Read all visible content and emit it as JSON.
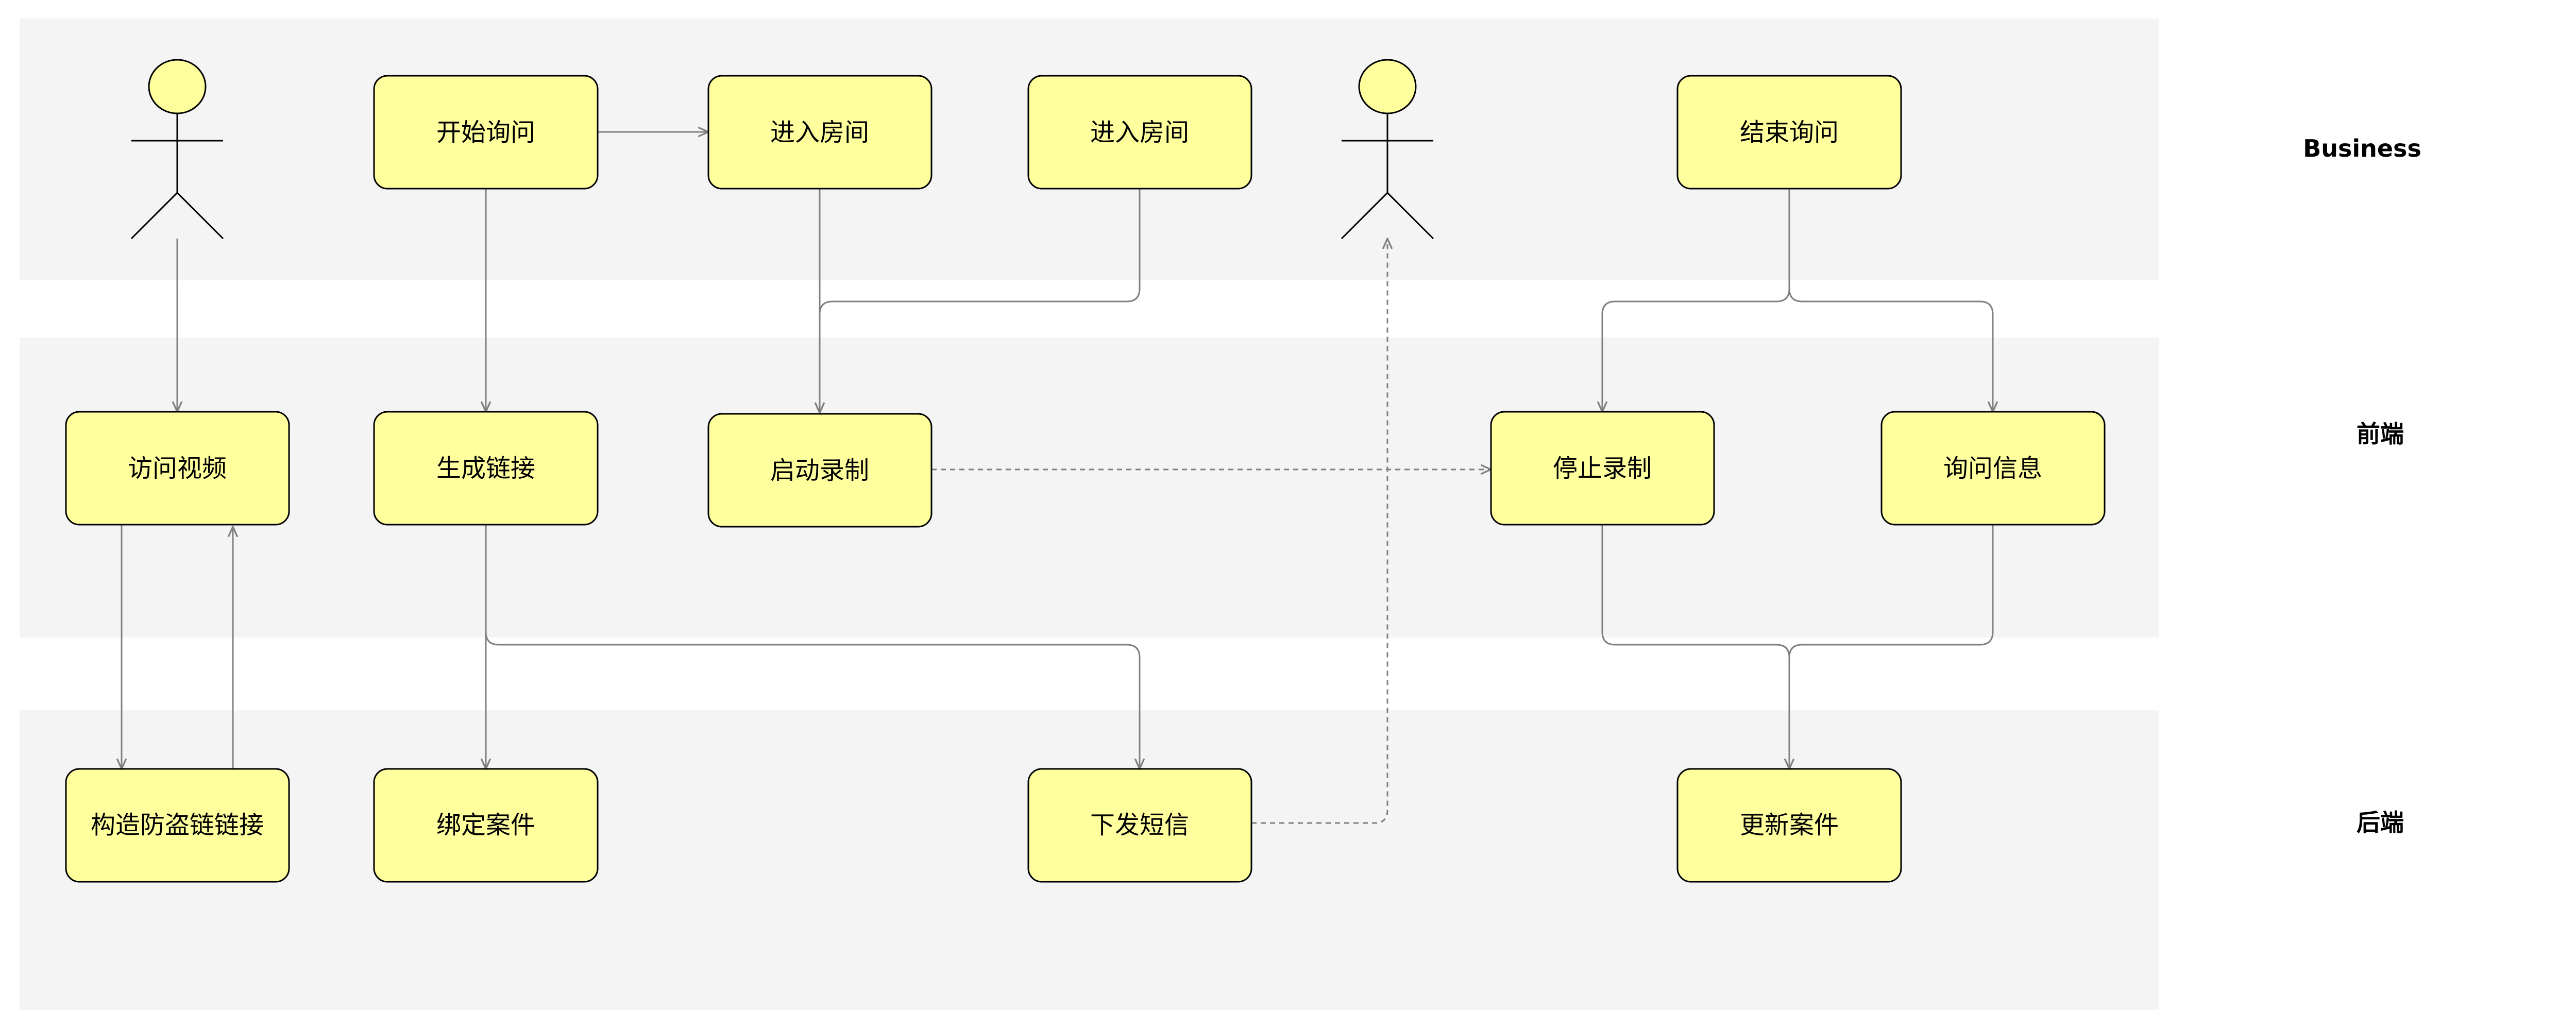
{
  "colors": {
    "lane_fill": "#f4f4f4",
    "node_fill": "#ffff9e",
    "node_stroke": "#000000",
    "edge_stroke": "#808080",
    "actor_fill": "#ffff9e"
  },
  "lanes": [
    {
      "id": "business",
      "label": "Business"
    },
    {
      "id": "frontend",
      "label": "前端"
    },
    {
      "id": "backend",
      "label": "后端"
    }
  ],
  "actors": [
    {
      "id": "actor-user"
    },
    {
      "id": "actor-party"
    }
  ],
  "nodes": [
    {
      "id": "start-inquiry",
      "label": "开始询问"
    },
    {
      "id": "enter-room-1",
      "label": "进入房间"
    },
    {
      "id": "enter-room-2",
      "label": "进入房间"
    },
    {
      "id": "end-inquiry",
      "label": "结束询问"
    },
    {
      "id": "visit-video",
      "label": "访问视频"
    },
    {
      "id": "generate-link",
      "label": "生成链接"
    },
    {
      "id": "start-recording",
      "label": "启动录制"
    },
    {
      "id": "stop-recording",
      "label": "停止录制"
    },
    {
      "id": "inquiry-info",
      "label": "询问信息"
    },
    {
      "id": "build-antitheft-link",
      "label": "构造防盗链链接"
    },
    {
      "id": "bind-case",
      "label": "绑定案件"
    },
    {
      "id": "send-sms",
      "label": "下发短信"
    },
    {
      "id": "update-case",
      "label": "更新案件"
    }
  ],
  "edges": [
    {
      "from": "start-inquiry",
      "to": "enter-room-1",
      "style": "solid"
    },
    {
      "from": "start-inquiry",
      "to": "generate-link",
      "style": "solid"
    },
    {
      "from": "actor-user",
      "to": "visit-video",
      "style": "solid"
    },
    {
      "from": "enter-room-1",
      "to": "start-recording",
      "style": "solid"
    },
    {
      "from": "enter-room-2",
      "to": "start-recording",
      "style": "solid"
    },
    {
      "from": "end-inquiry",
      "to": "stop-recording",
      "style": "solid"
    },
    {
      "from": "end-inquiry",
      "to": "inquiry-info",
      "style": "solid"
    },
    {
      "from": "start-recording",
      "to": "stop-recording",
      "style": "dashed"
    },
    {
      "from": "visit-video",
      "to": "build-antitheft-link",
      "style": "solid"
    },
    {
      "from": "build-antitheft-link",
      "to": "visit-video",
      "style": "solid"
    },
    {
      "from": "generate-link",
      "to": "bind-case",
      "style": "solid"
    },
    {
      "from": "generate-link",
      "to": "send-sms",
      "style": "solid"
    },
    {
      "from": "send-sms",
      "to": "actor-party",
      "style": "dashed"
    },
    {
      "from": "stop-recording",
      "to": "update-case",
      "style": "solid"
    },
    {
      "from": "inquiry-info",
      "to": "update-case",
      "style": "solid"
    }
  ]
}
